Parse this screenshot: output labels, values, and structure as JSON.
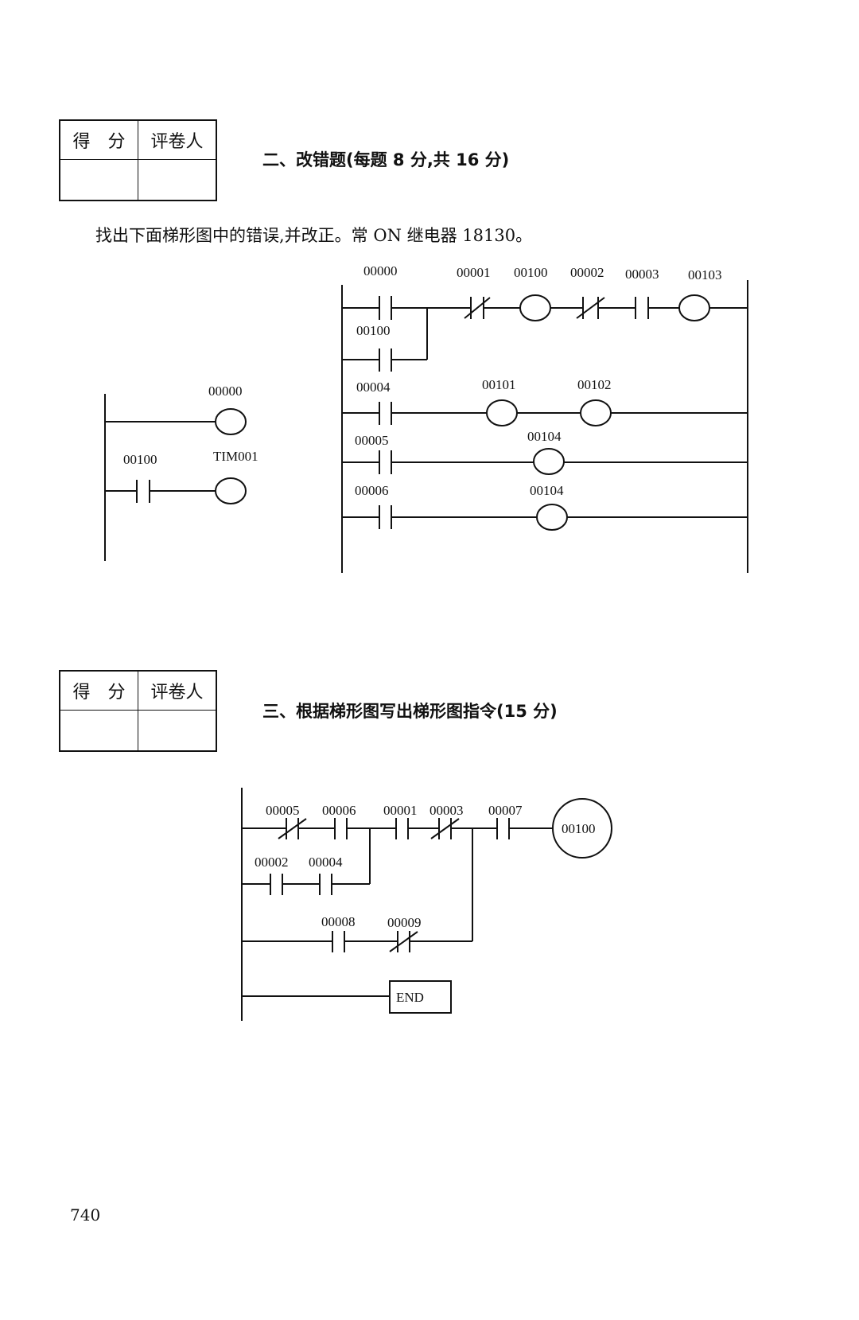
{
  "score_box": {
    "score_label": "得　分",
    "grader_label": "评卷人"
  },
  "section2": {
    "title": "二、改错题(每题 8 分,共 16 分)",
    "instruction": "找出下面梯形图中的错误,并改正。常 ON 继电器 18130。",
    "left_diagram": {
      "coil_1": "00000",
      "contact_1": "00100",
      "coil_2": "TIM001"
    },
    "right_diagram": {
      "rung1": [
        "00000",
        "00001",
        "00100",
        "00002",
        "00003",
        "00103"
      ],
      "branch1": "00100",
      "rung2": [
        "00004",
        "00101",
        "00102"
      ],
      "rung3": [
        "00005",
        "00104"
      ],
      "rung4": [
        "00006",
        "00104"
      ]
    }
  },
  "section3": {
    "title": "三、根据梯形图写出梯形图指令(15 分)",
    "diagram": {
      "row1": [
        "00005",
        "00006",
        "00001",
        "00003",
        "00007"
      ],
      "coil": "00100",
      "row2": [
        "00002",
        "00004"
      ],
      "row3": [
        "00008",
        "00009"
      ],
      "end": "END"
    }
  },
  "page_number": "740"
}
